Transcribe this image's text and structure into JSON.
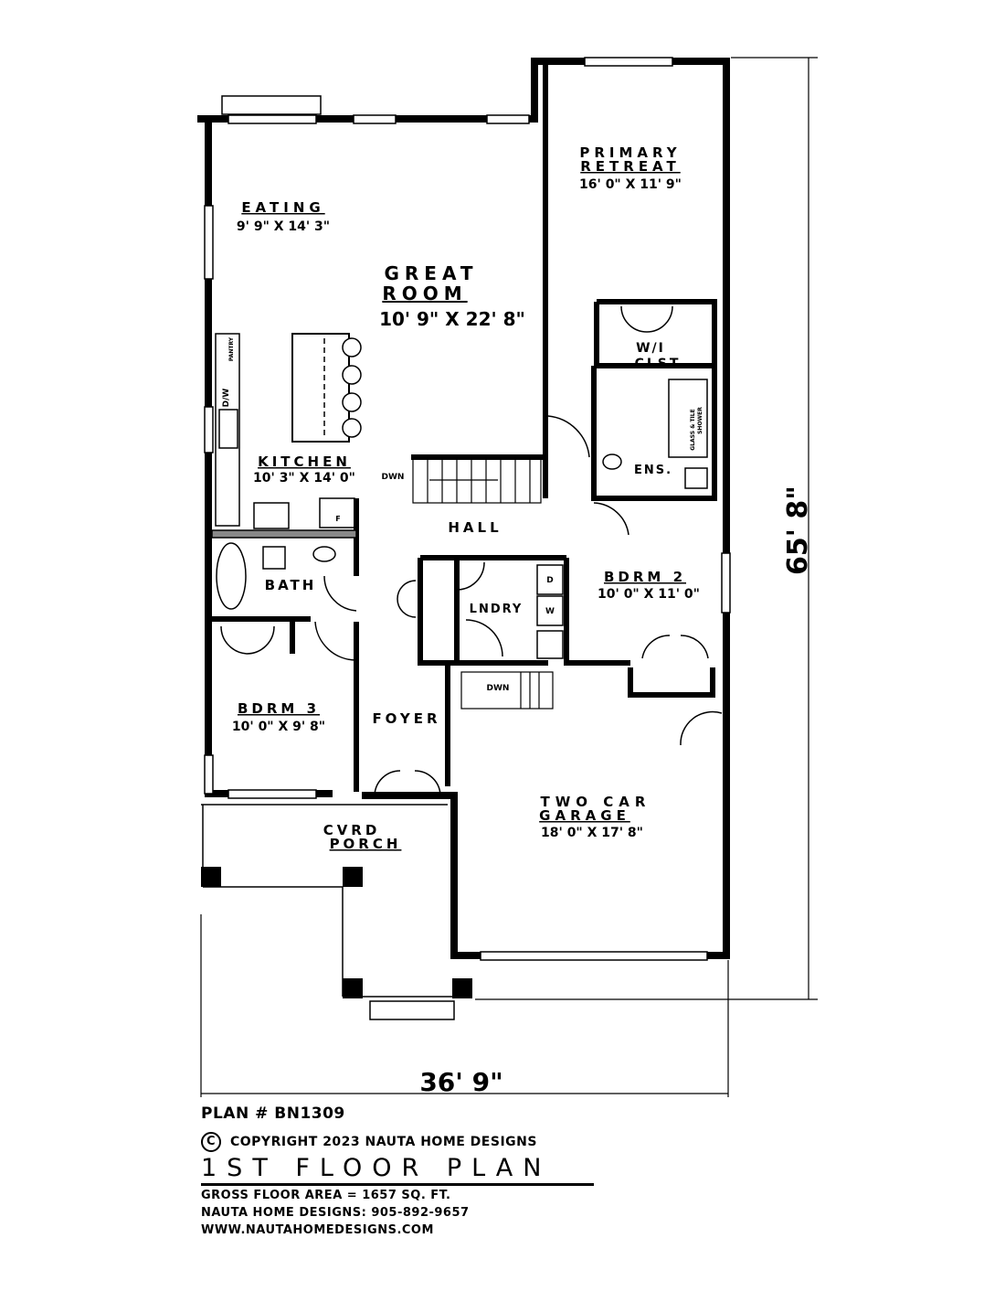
{
  "rooms": {
    "primary_retreat": {
      "line1": "PRIMARY",
      "line2": "RETREAT",
      "size": "16' 0\" X 11' 9\""
    },
    "eating": {
      "name": "EATING",
      "size": "9' 9\" X 14' 3\""
    },
    "great_room": {
      "line1": "GREAT",
      "line2": "ROOM",
      "size": "10' 9\" X 22' 8\""
    },
    "wi_closet": {
      "line1": "W/I",
      "line2": "CLST"
    },
    "shower_label": {
      "line1": "GLASS & TILE",
      "line2": "SHOWER"
    },
    "ensuite": "ENS.",
    "kitchen": {
      "name": "KITCHEN",
      "size": "10' 3\" X 14' 0\""
    },
    "pantry": "PANTRY",
    "dishwasher": "D/W",
    "fridge": "F",
    "stairs_down_main": "DWN",
    "hall": "HALL",
    "bath": "BATH",
    "laundry": "LNDRY",
    "dryer": "D",
    "washer": "W",
    "bedroom2": {
      "name": "BDRM 2",
      "size": "10' 0\" X 11' 0\""
    },
    "stairs_down_garage": "DWN",
    "bedroom3": {
      "name": "BDRM 3",
      "size": "10' 0\" X 9' 8\""
    },
    "foyer": "FOYER",
    "garage": {
      "line1": "TWO CAR",
      "line2": "GARAGE",
      "size": "18' 0\" X 17' 8\""
    },
    "porch": {
      "line1": "CVRD",
      "line2": "PORCH"
    }
  },
  "dimensions": {
    "depth": "65' 8\"",
    "width": "36' 9\""
  },
  "title_block": {
    "plan_number": "PLAN # BN1309",
    "copyright_symbol": "C",
    "copyright": "COPYRIGHT 2023 NAUTA HOME DESIGNS",
    "title": "1ST FLOOR PLAN",
    "gross_area": "GROSS  FLOOR AREA   =    1657   SQ. FT.",
    "phone": "NAUTA HOME DESIGNS:  905-892-9657",
    "website": "WWW.NAUTAHOMEDESIGNS.COM"
  }
}
